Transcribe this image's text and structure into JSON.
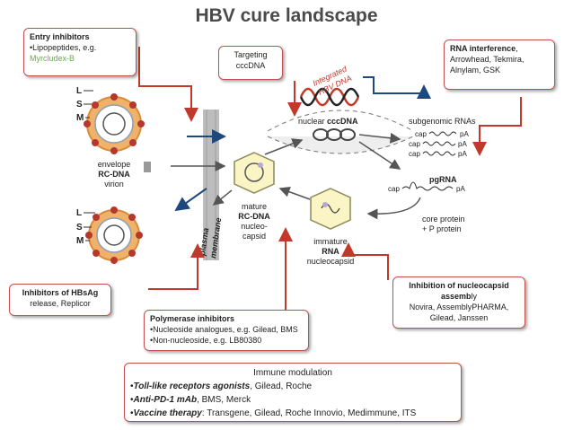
{
  "title": "HBV cure landscape",
  "entry": {
    "heading": "Entry inhibitors",
    "line1": "•Lipopeptides, e.g.",
    "drug": "Myrcludex-B"
  },
  "cccdna_box": {
    "line1": "Targeting",
    "line2": "cccDNA"
  },
  "rnai": {
    "heading": "RNA interference",
    "rest": ", Arrowhead, Tekmira, Alnylam, GSK"
  },
  "hbsag": {
    "heading": "Inhibitors of HBsAg",
    "line2": "release, Replicor"
  },
  "polymerase": {
    "heading": "Polymerase inhibitors",
    "line1": "•Nucleoside analogues, e.g. Gilead,  BMS",
    "line2": "•Non-nucleoside, e.g. LB80380"
  },
  "nucleocapsid": {
    "heading": "Inhibition of nucleocapsid",
    "heading2a": "assemb",
    "heading2b": "ly",
    "line3": "Novira, AssemblyPHARMA,",
    "line4": "Gilead, Janssen"
  },
  "immune": {
    "heading": "Immune modulation",
    "r1_em": "Toll-like receptors agonists",
    "r1_rest": ", Gilead, Roche",
    "r2_em": "Anti-PD-1 mAb",
    "r2_rest": ", BMS, Merck",
    "r3_em": "Vaccine therapy",
    "r3_rest": ": Transgene, Gilead, Roche Innovio, Medimmune, ITS"
  },
  "diagram": {
    "l_letter": "L",
    "s_letter": "S",
    "m_letter": "M",
    "envelope1": "envelope",
    "envelope2": "RC-DNA",
    "envelope3": "virion",
    "plasma": "plasma",
    "membrane": "membrane",
    "mature1": "mature",
    "mature2": "RC-DNA",
    "mature3": "nucleo-",
    "mature4": "capsid",
    "immature1": "immature",
    "immature2": "RNA",
    "immature3": "nucleocapsid",
    "nuclear_prefix": "nuclear ",
    "nuclear_bold": "cccDNA",
    "integrated1": "Integrated",
    "integrated2": "HBV DNA",
    "subgenomic": "subgenomic RNAs",
    "cap": "cap",
    "pa": "pA",
    "pgrna": "pgRNA",
    "core1": "core protein",
    "core2": "+ P protein"
  },
  "colors": {
    "accent": "#c0504d",
    "arrow_blue": "#1f497d",
    "virion": "#e8a45a",
    "title": "#4a4a4a"
  }
}
